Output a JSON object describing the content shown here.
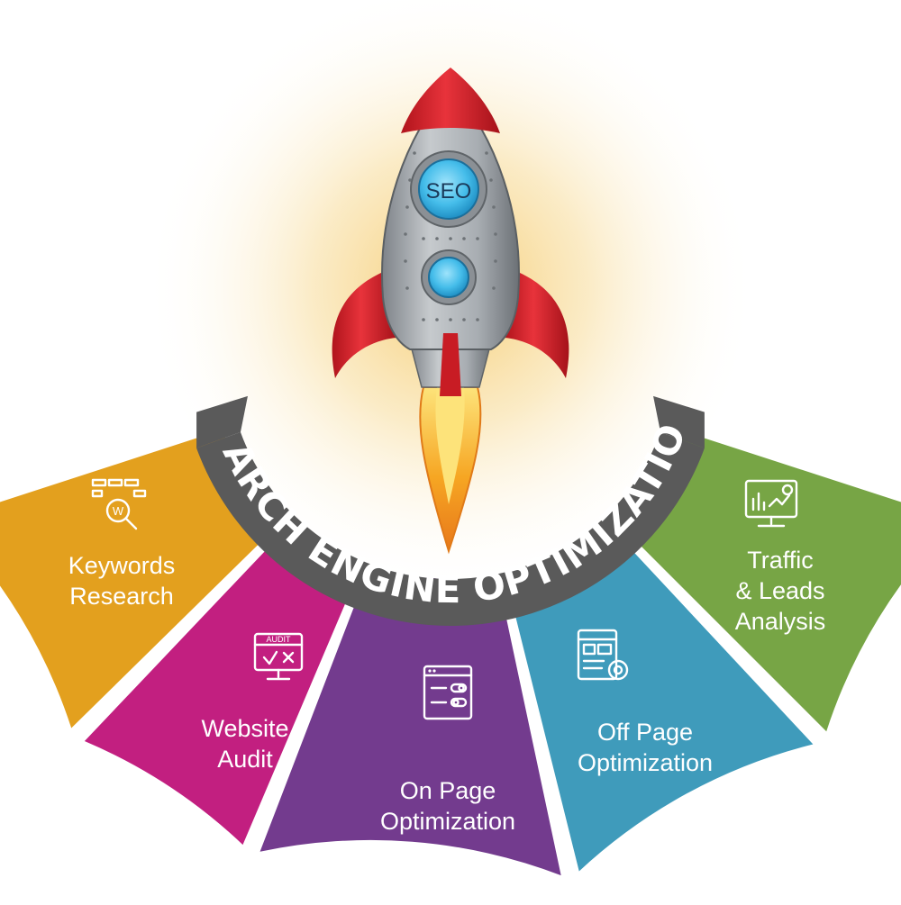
{
  "title": "SEARCH ENGINE OPTIMIZATION",
  "rocket": {
    "window_label": "SEO"
  },
  "colors": {
    "band": "#5a5a5a",
    "glow": "#f7d27a",
    "rocket_body": "#9ea3a8",
    "rocket_red": "#d8202a",
    "window_blue": "#4fc4f0",
    "flame_orange": "#f39a1e",
    "flame_yellow": "#fde37a"
  },
  "segments": [
    {
      "id": "keywords",
      "lines": [
        "Keywords",
        "Research"
      ],
      "icon": "keyword-search-icon",
      "color": "#e3a01e"
    },
    {
      "id": "audit",
      "lines": [
        "Website",
        "Audit"
      ],
      "icon": "audit-monitor-icon",
      "color": "#c21f80"
    },
    {
      "id": "onpage",
      "lines": [
        "On Page",
        "Optimization"
      ],
      "icon": "browser-settings-icon",
      "color": "#733b8e"
    },
    {
      "id": "offpage",
      "lines": [
        "Off Page",
        "Optimization"
      ],
      "icon": "gear-page-icon",
      "color": "#3f9bbb"
    },
    {
      "id": "traffic",
      "lines": [
        "Traffic",
        "& Leads",
        "Analysis"
      ],
      "icon": "analytics-monitor-icon",
      "color": "#77a545"
    }
  ],
  "icon_text": {
    "audit": "AUDIT",
    "keyword_badge": "W"
  }
}
